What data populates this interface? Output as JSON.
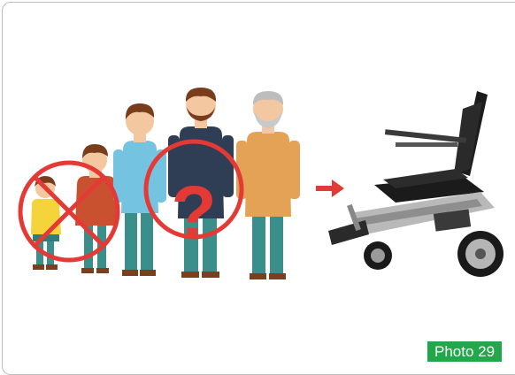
{
  "illustration": {
    "people": [
      {
        "role": "child",
        "crossed_out": true
      },
      {
        "role": "boy",
        "crossed_out": true
      },
      {
        "role": "young-man",
        "crossed_out": false
      },
      {
        "role": "adult-man",
        "questioned": true
      },
      {
        "role": "elderly-man",
        "crossed_out": false
      }
    ],
    "arrow_icon": "right-arrow-icon",
    "product": "folding-power-wheelchair"
  },
  "colors": {
    "warning_red": "#e53935",
    "badge_green": "#22a84a",
    "border_gray": "#bdbdbd"
  },
  "caption": {
    "badge_label": "Photo 29"
  }
}
